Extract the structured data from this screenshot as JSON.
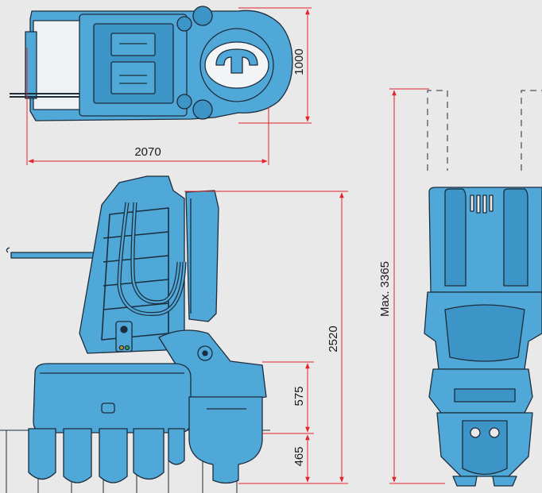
{
  "colors": {
    "background": "#e9e9ea",
    "machine_fill": "#4fa8d8",
    "machine_stroke": "#1d2d3c",
    "dimension_line": "#e3242b"
  },
  "dimensions": {
    "top_length": "2070",
    "top_width": "1000",
    "overall_height": "2520",
    "middle_segment": "575",
    "bottom_segment": "465",
    "max_height": "Max. 3365"
  }
}
